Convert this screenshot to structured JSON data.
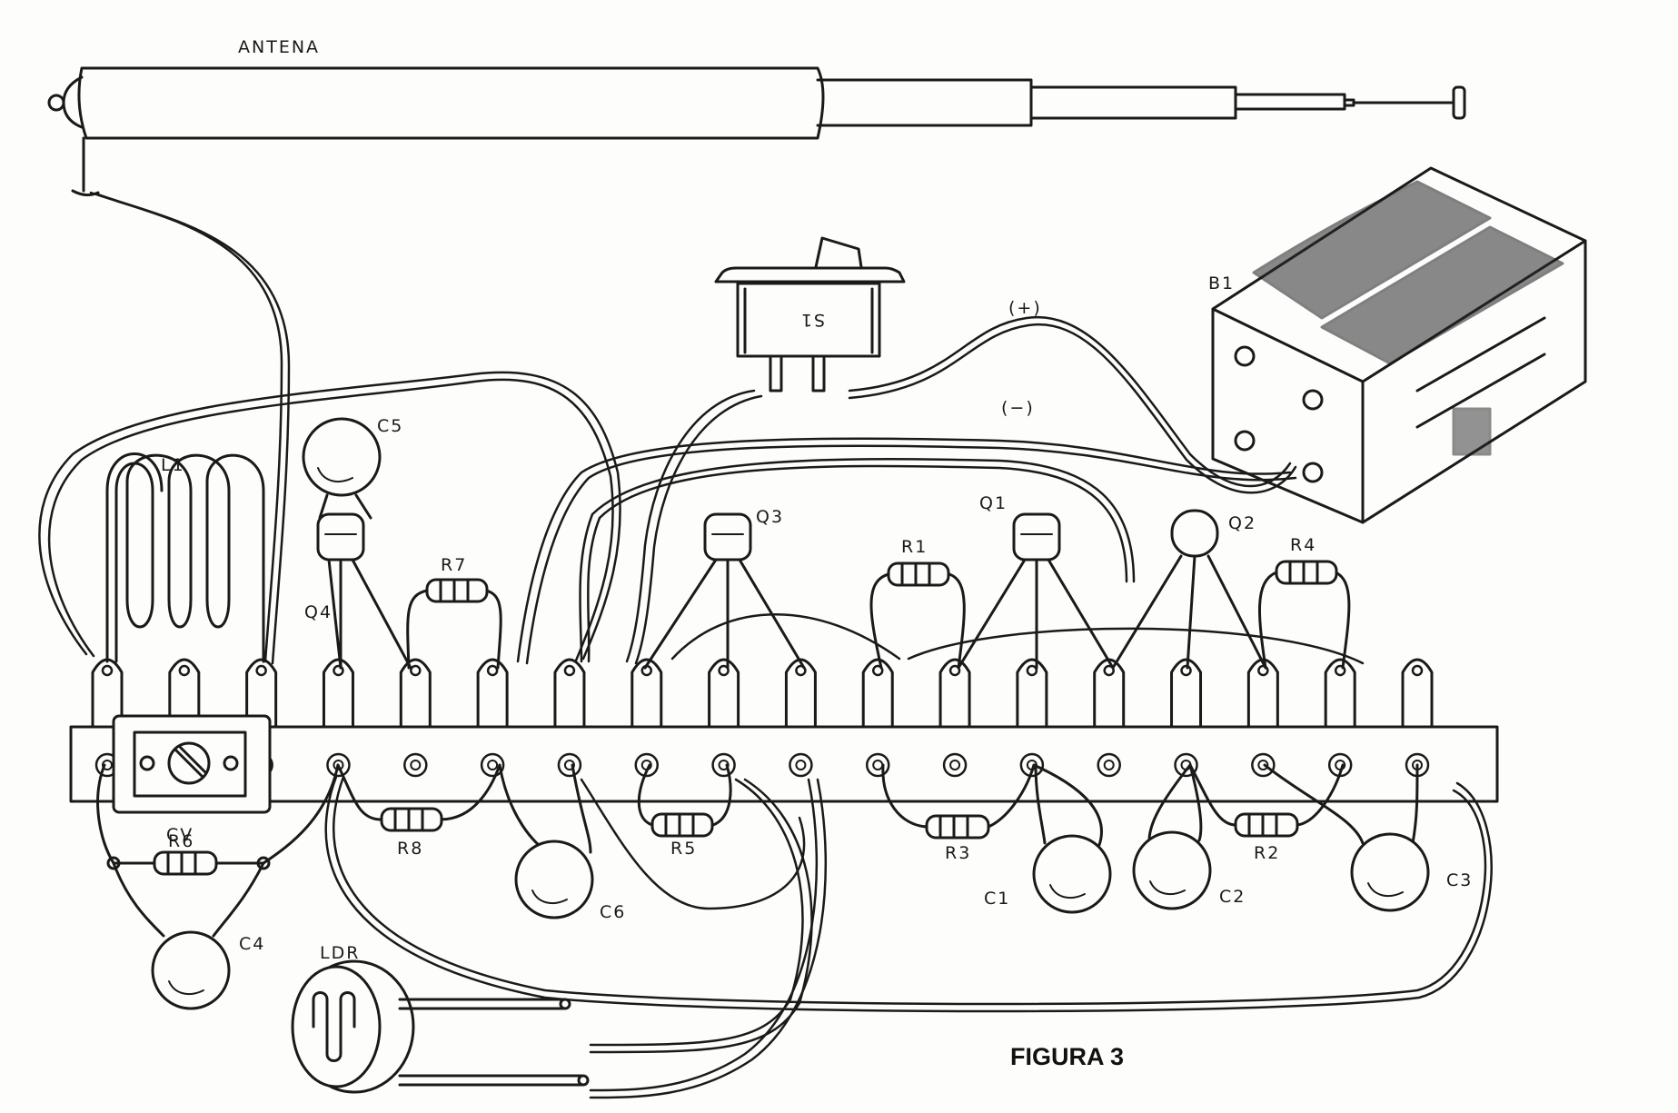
{
  "colors": {
    "ink": "#1a1a1a",
    "paper": "#fdfdfc"
  },
  "labels": {
    "antenna": "ANTENA",
    "battery": "B1",
    "switch": "S1",
    "plus": "(+)",
    "minus": "(−)",
    "coil": "L1",
    "c5": "C5",
    "q4": "Q4",
    "r7": "R7",
    "q3": "Q3",
    "r1": "R1",
    "q1": "Q1",
    "q2": "Q2",
    "r4": "R4",
    "cv": "CV",
    "r6": "R6",
    "c4": "C4",
    "r8": "R8",
    "c6": "C6",
    "r5": "R5",
    "r3": "R3",
    "c1": "C1",
    "c2": "C2",
    "r2": "R2",
    "c3": "C3",
    "ldr": "LDR",
    "figure": "FIGURA 3"
  },
  "strip": {
    "lug_count": 18
  }
}
